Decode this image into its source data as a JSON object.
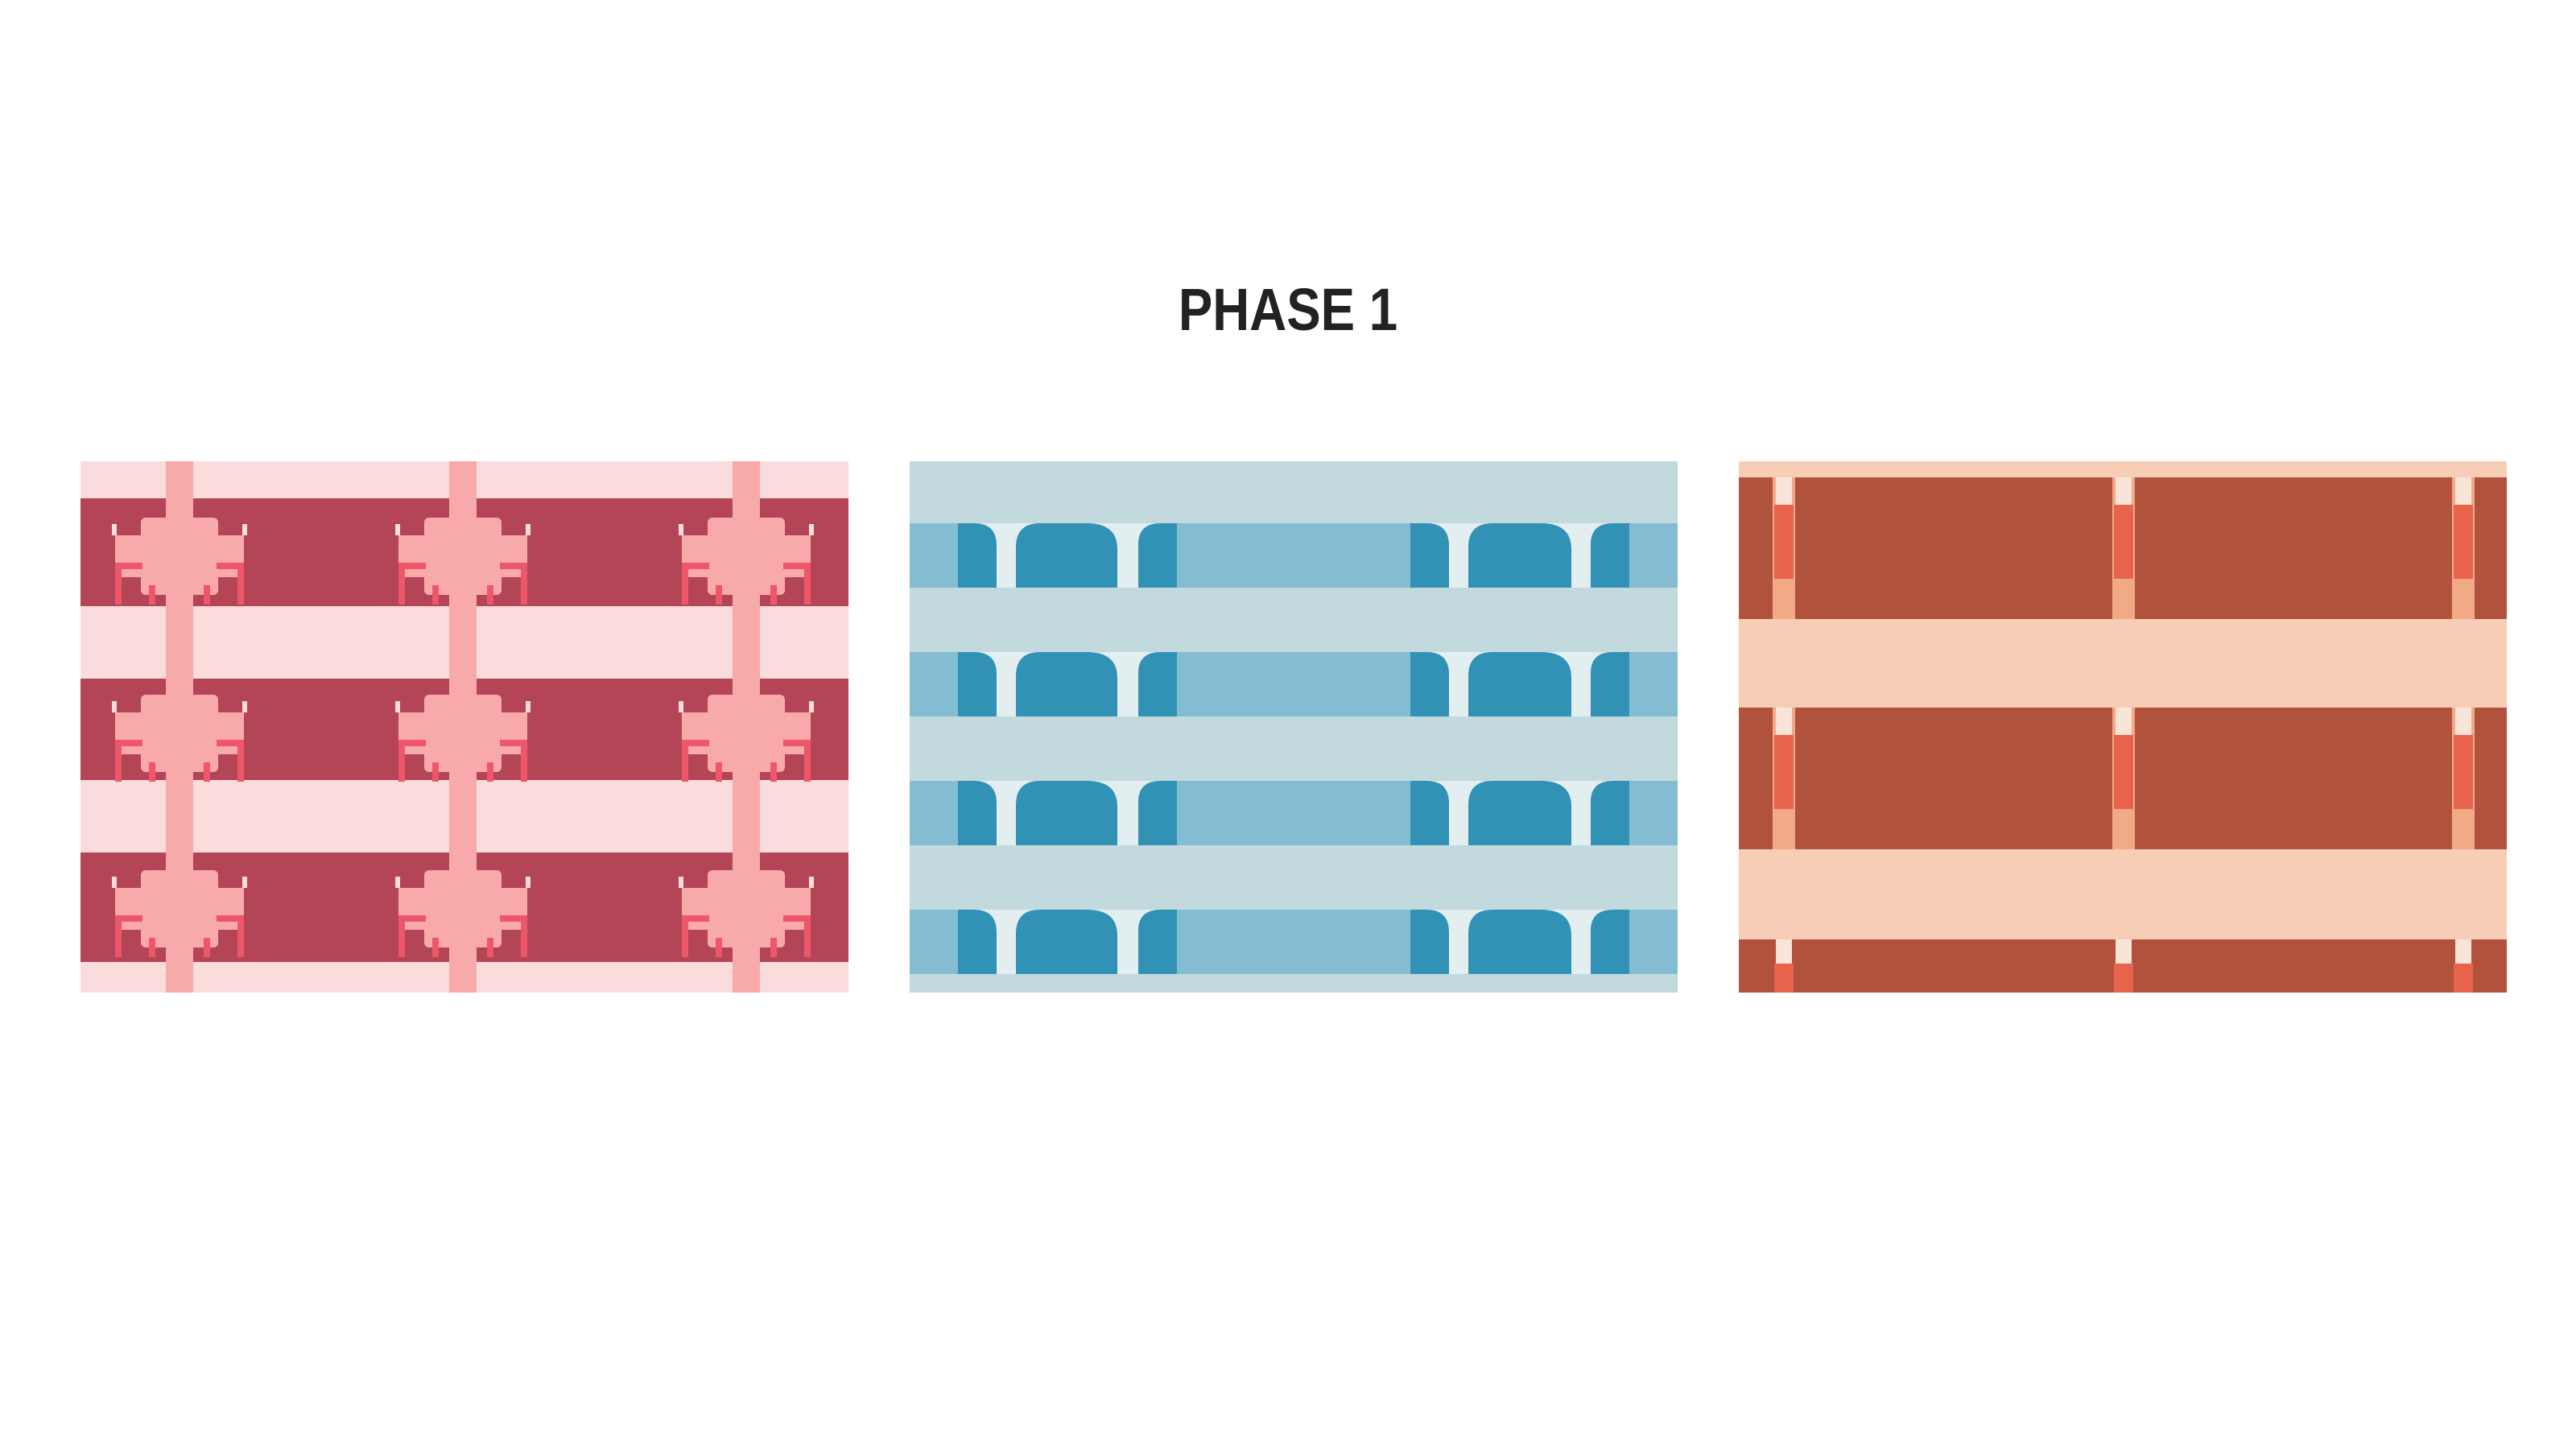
{
  "title": "PHASE 1",
  "panels": [
    {
      "id": "panel-pink",
      "pattern": "cross-grid",
      "colors": {
        "background": "#fadcdc",
        "block": "#b44556",
        "connector": "#f8aaaa",
        "accent": "#ee5769"
      }
    },
    {
      "id": "panel-blue",
      "pattern": "arched-rows",
      "colors": {
        "band": "#c2d9de",
        "gap": "#e3eef1",
        "light_block": "#84bdd2",
        "arch": "#3192b6"
      }
    },
    {
      "id": "panel-brick",
      "pattern": "brick-rows",
      "colors": {
        "background": "#f7cdb6",
        "block": "#b1523d",
        "post": "#f2aa86",
        "joint": "#e8634b",
        "gap": "#f9e4da"
      }
    }
  ]
}
